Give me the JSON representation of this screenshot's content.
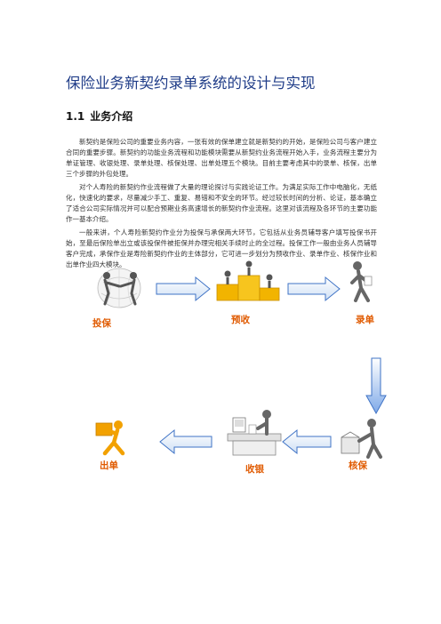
{
  "title": "保险业务新契约录单系统的设计与实现",
  "section": {
    "number": "1.1",
    "heading": "业务介绍"
  },
  "paragraphs": [
    "新契约是保险公司的重要业务内容，一张有效的保单建立就是新契约的开始，是保险公司与客户建立合同的重要步骤。新契约的功能业务流程和功能模块需要从新契约业务流程开始入手，业务流程主要分为单证管理、收银处理、录单处理、核保处理、出单处理五个模块。目前主要考虑其中的录单、核保，出单三个步骤的外包处理。",
    "对个人寿险的新契约作业流程做了大量的理论探讨与实践论证工作。为满足实际工作中电脑化，无纸化，快速化的要求，尽量减少手工、重复、易错和不安全的环节。经过较长时间的分析、论证，基本确立了适合公司实际情况并可以配合预期业务高速增长的新契约作业流程。这里对该流程及各环节的主要功能作一基本介绍。",
    "一般来讲，个人寿险新契约作业分为投保与承保两大环节，它包括从业务员辅导客户填写投保书开始，至最后保险单出立或该投保件被拒保并办理完相关手续时止的全过程。投保工作一般由业务人员辅导客户完成，承保作业是寿险新契约作业的主体部分，它可进一步划分为预收作业、录单作业、核保作业和出单作业四大模块。"
  ],
  "diagram": {
    "steps": [
      "投保",
      "预收",
      "录单",
      "核保",
      "收银",
      "出单"
    ],
    "icons": [
      "handshake-globe-icon",
      "podium-icon",
      "walking-person-icon",
      "person-with-box-icon",
      "cashier-desk-icon",
      "running-courier-icon"
    ],
    "colors": {
      "label": "#e05a00",
      "arrow": "#3f73c6",
      "podium": "#f2b400",
      "courier": "#f2a100"
    }
  }
}
